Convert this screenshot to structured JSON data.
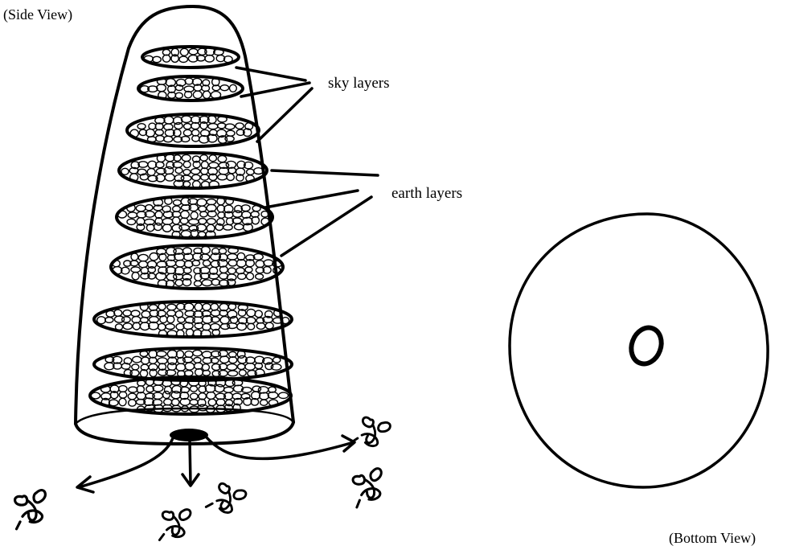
{
  "labels": {
    "side_view": "(Side View)",
    "bottom_view": "(Bottom View)",
    "sky_layers": "sky layers",
    "earth_layers": "earth layers"
  },
  "layer_count": 9,
  "colors": {
    "ink": "#000000",
    "background": "#ffffff"
  }
}
